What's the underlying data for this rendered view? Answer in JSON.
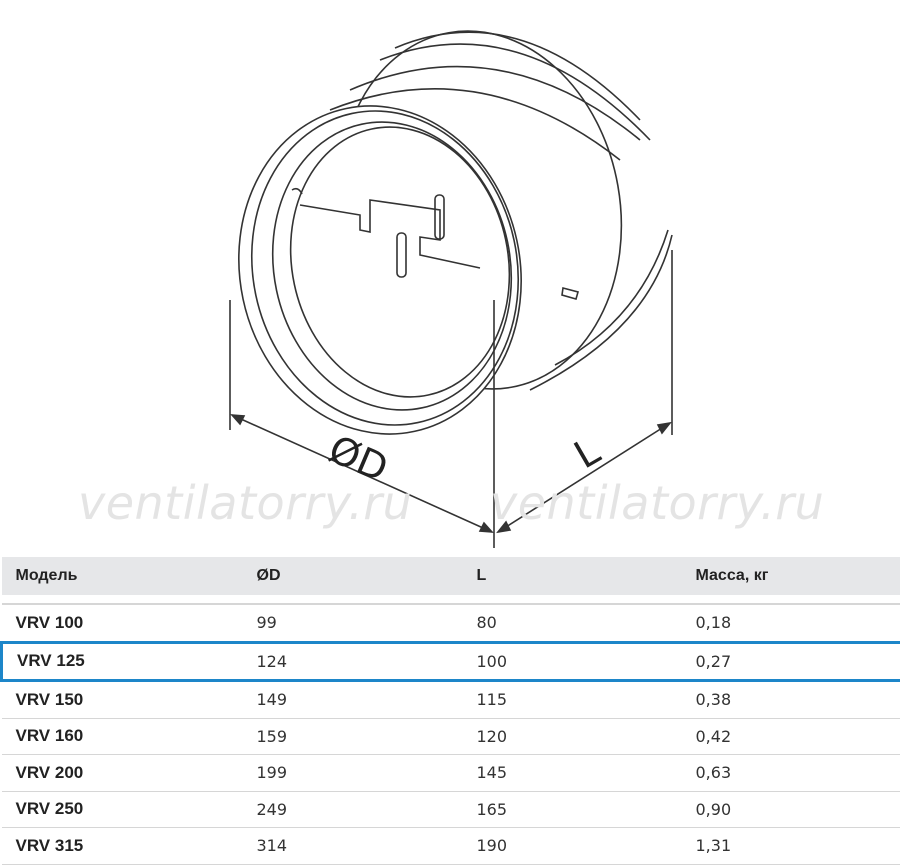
{
  "drawing": {
    "diameter_label": "ØD",
    "length_label": "L"
  },
  "watermark": "ventilatorry.ru",
  "table": {
    "headers": [
      "Модель",
      "ØD",
      "L",
      "Масса, кг"
    ],
    "rows": [
      {
        "model": "VRV 100",
        "d": "99",
        "l": "80",
        "mass": "0,18"
      },
      {
        "model": "VRV 125",
        "d": "124",
        "l": "100",
        "mass": "0,27",
        "highlighted": true
      },
      {
        "model": "VRV 150",
        "d": "149",
        "l": "115",
        "mass": "0,38"
      },
      {
        "model": "VRV 160",
        "d": "159",
        "l": "120",
        "mass": "0,42"
      },
      {
        "model": "VRV 200",
        "d": "199",
        "l": "145",
        "mass": "0,63"
      },
      {
        "model": "VRV 250",
        "d": "249",
        "l": "165",
        "mass": "0,90"
      },
      {
        "model": "VRV 315",
        "d": "314",
        "l": "190",
        "mass": "1,31"
      }
    ]
  },
  "colors": {
    "highlight": "#1d86c9",
    "header_bg": "#e6e7e9"
  }
}
